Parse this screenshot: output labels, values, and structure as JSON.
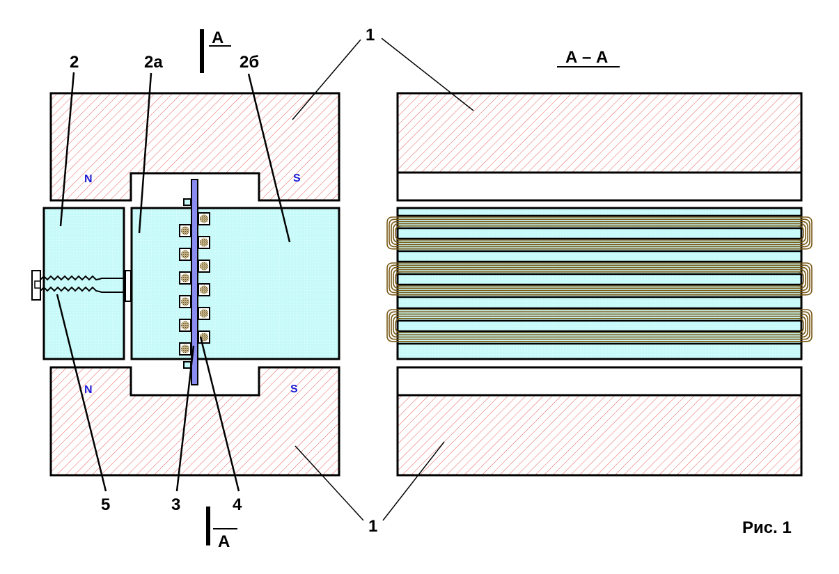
{
  "figure": {
    "caption": "Рис. 1",
    "section_view_title": "А – А",
    "section_mark_label": "А"
  },
  "labels": {
    "magnet": "1",
    "pole_piece": "2",
    "pole_piece_a": "2а",
    "pole_piece_b": "2б",
    "plate": "3",
    "coils": "4",
    "adjust_screw": "5"
  },
  "poles": {
    "north": "N",
    "south": "S"
  },
  "colors": {
    "hatch": "#e85a5a",
    "pole_piece_fill": "#c8fafa",
    "plate_fill": "#8a8cf0",
    "winding": "#7a5a18",
    "pole_text": "#1a1ad8",
    "outline": "#000000"
  },
  "counts": {
    "left_coils_column": 6,
    "right_coils_column": 6,
    "section_coil_groups": 3
  }
}
